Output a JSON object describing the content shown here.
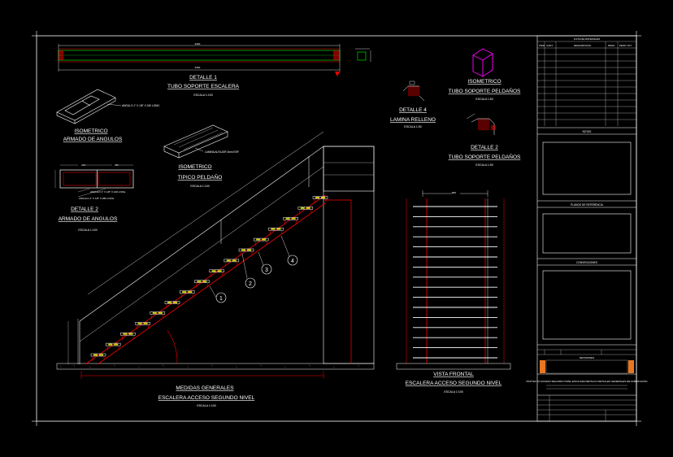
{
  "drawing": {
    "detalle1": {
      "title": "DETALLE 1",
      "subtitle": "TUBO SOPORTE ESCALERA",
      "scale": "ESCALA  1:100"
    },
    "iso_armado": {
      "title": "ISOMETRICO",
      "subtitle": "ARMADO DE ANGULOS",
      "note": "ANGULO 1\" X 1/8\" X 240 LONG."
    },
    "iso_tipico": {
      "title": "ISOMETRICO",
      "subtitle": "TIPICO PELDAÑO",
      "scale": "ESCALA  1:100",
      "note": "LAMINA ALFAJOR 3mm ESP."
    },
    "detalle2a": {
      "title": "DETALLE 2",
      "subtitle": "ARMADO DE ANGULOS",
      "scale": "ESCALA  1:100",
      "note1": "ANGULO 1\" X 1/8\" X 240 LONG.",
      "note2": "ANGULO 1\" X 1/8\" X 280 LONG."
    },
    "detalle4": {
      "title": "DETALLE 4",
      "subtitle": "LAMINA RELLENO",
      "scale": "ESCALA  1:50"
    },
    "iso_tubo": {
      "title": "ISOMETRICO",
      "subtitle": "TUBO SOPORTE PELDAÑOS",
      "scale": "ESCALA  1:50"
    },
    "detalle2b": {
      "title": "DETALLE 2",
      "subtitle": "TUBO SOPORTE PELDAÑOS",
      "scale": "ESCALA  1:50"
    },
    "medidas": {
      "title": "MEDIDAS GENERALES",
      "subtitle": "ESCALERA ACCESO  SEGUNDO NIVEL",
      "scale": "ESCALA  1:100"
    },
    "vista": {
      "title": "VISTA FRONTAL",
      "subtitle": "ESCALERA ACCESO  SEGUNDO NIVEL",
      "scale": "ESCALA  1:100"
    },
    "callouts": [
      "1",
      "2",
      "3",
      "4"
    ]
  },
  "title_block": {
    "materials_header": "LISTA DE MATERIALES",
    "materials_columns": [
      "ITEM",
      "CANT",
      "DESCRIPCION",
      "PESO",
      "PESO TOT"
    ],
    "notes_header": "NOTAS",
    "references_header": "PLANOS DE REFERENCIA",
    "conventions_header": "CONVENCIONES",
    "approvals_label": "REVISIONES",
    "project_text": "PROYECTO ACCESO SEGUNDO NIVEL ESCALERA METALICA DETALLES GENERALES DE FABRICACION"
  },
  "colors": {
    "background": "#000000",
    "frame": "#ffffff",
    "structure_red": "#ff0000",
    "green_tube": "#00c000",
    "yellow_hatch": "#ffff00",
    "magenta_iso": "#ff00ff",
    "orange_bar": "#e87722",
    "cyan_callout": "#00ffff"
  }
}
